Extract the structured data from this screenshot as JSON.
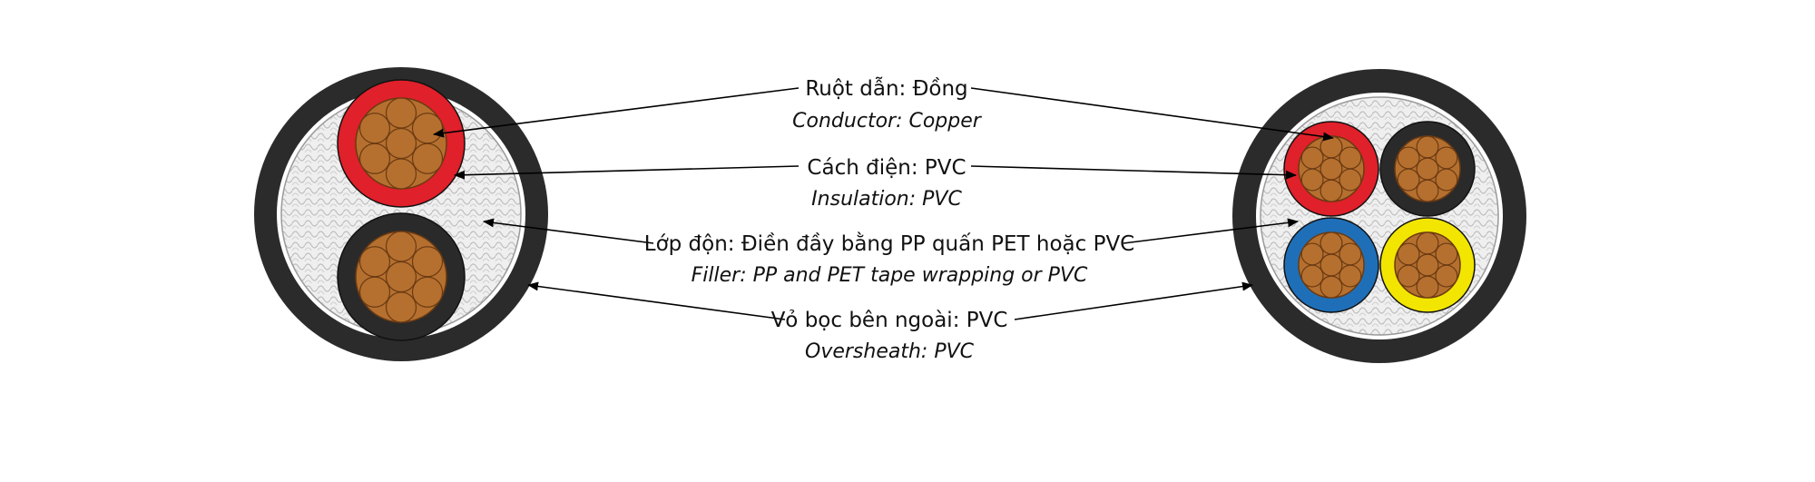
{
  "labels": {
    "conductor": {
      "vi": "Ruột dẫn: Đồng",
      "en": "Conductor: Copper"
    },
    "insulation": {
      "vi": "Cách điện: PVC",
      "en": "Insulation: PVC"
    },
    "filler": {
      "vi": "Lớp độn: Điền đầy bằng PP quấn PET hoặc PVC",
      "en": "Filler: PP and PET tape wrapping or PVC"
    },
    "oversheath": {
      "vi": "Vỏ bọc bên ngoài: PVC",
      "en": "Oversheath: PVC"
    }
  },
  "colors": {
    "sheath": "#2b2b2b",
    "copper": "#b5702f",
    "copper_stroke": "#6b3a12",
    "red": "#e0202a",
    "black_core": "#2a2a2a",
    "blue": "#1f6fb8",
    "yellow": "#f2e600",
    "filler": "#eeeeee"
  }
}
